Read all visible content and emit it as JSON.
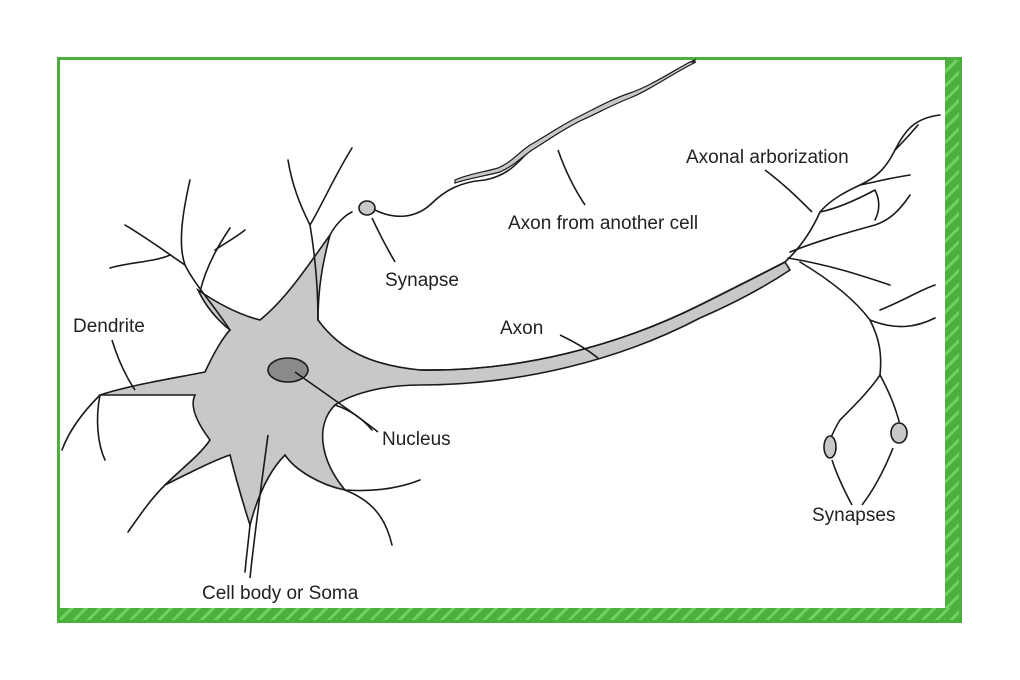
{
  "labels": {
    "axonal_arborization": "Axonal arborization",
    "axon_from_another_cell": "Axon from another cell",
    "synapse": "Synapse",
    "dendrite": "Dendrite",
    "axon": "Axon",
    "nucleus": "Nucleus",
    "synapses": "Synapses",
    "cell_body": "Cell body or Soma"
  },
  "colors": {
    "frame": "#4caf3e",
    "cell_fill": "#c8c8c8",
    "nucleus_fill": "#8a8a8a",
    "ink": "#1a1a1a"
  }
}
